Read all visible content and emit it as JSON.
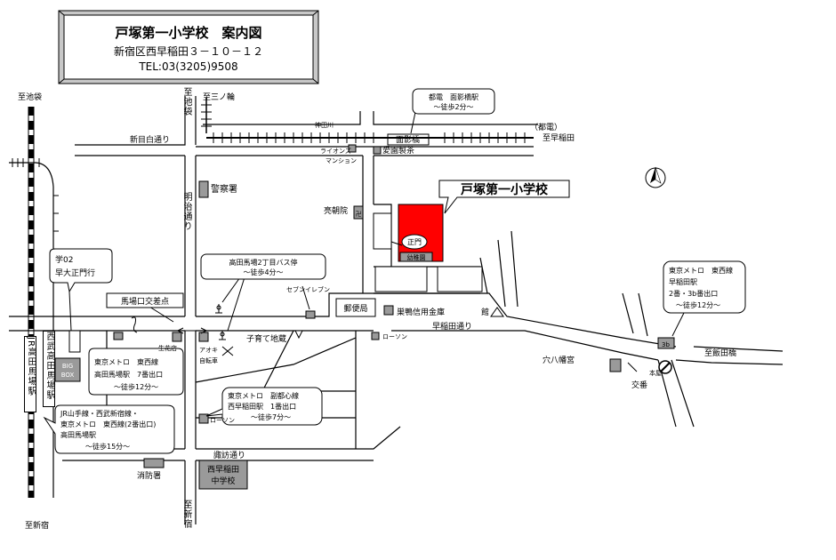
{
  "title": {
    "name": "戸塚第一小学校　案内図",
    "address": "新宿区西早稲田３－１０－１２",
    "tel": "TEL:03(3205)9508"
  },
  "school_label": "戸塚第一小学校",
  "gate_label": "正門",
  "kindergarten_label": "幼稚園",
  "directions": {
    "ikebukuro": "至池袋",
    "ikebukuro_v": "至池袋",
    "minowa": "至三ノ輪",
    "waseda_e": "至早稲田",
    "iidabashi": "至飯田橋",
    "shinjuku_left": "至新宿",
    "shinjuku_center": "至新宿"
  },
  "roads": {
    "shinmejiro": "新目白通り",
    "meiji": "明治通り",
    "waseda": "早稲田通り",
    "suwa": "諏訪通り",
    "kandagawa": "神田川",
    "toden": "（都電）"
  },
  "places": {
    "omokagebashi": "面影橋",
    "police": "警察署",
    "lions_mansion": "ライオンズ\nマンション",
    "aikaseicha": "愛園製茶",
    "ryomeiin": "亮朝院",
    "seven_eleven": "セブンイレブン",
    "post_office": "郵便局",
    "sugamo_shinkin": "巣鴨信用金庫",
    "lawson_w": "ローソン",
    "lawson_s": "ローソン",
    "kosodate": "子育て地蔵",
    "anahachiman": "穴八幡宮",
    "koban": "交番",
    "hon_ya": "本屋",
    "fire_station": "消防署",
    "nishiwaseda_jhs_1": "西早稲田",
    "nishiwaseda_jhs_2": "中学校",
    "bigbox_1": "BIG",
    "bigbox_2": "BOX",
    "baba_crossing": "馬場口交差点",
    "seika": "生花店",
    "aoki": "アオキ",
    "jiten": "自転車",
    "jr_station_v": "JR高田馬場駅",
    "seibu_station_v": "西武高田馬場駅",
    "ban": "館",
    "exit_3b": "3b"
  },
  "callouts": {
    "gakuei": [
      "学02",
      "早大正門行"
    ],
    "bus_stop": [
      "高田馬場2丁目バス停",
      "～徒歩4分～"
    ],
    "omokage_station": [
      "都電　面影橋駅",
      "～徒歩2分～"
    ],
    "metro_tozai_waseda": [
      "東京メトロ　東西線",
      "早稲田駅",
      "2番・3b番出口",
      "～徒歩12分～"
    ],
    "metro_tozai_baba": [
      "東京メトロ　東西線",
      "高田馬場駅　7番出口",
      "～徒歩12分～"
    ],
    "fukutoshin": [
      "東京メトロ　副都心線",
      "西早稲田駅　1番出口",
      "～徒歩7分～"
    ],
    "jr": [
      "JR山手線・西武新宿線・",
      "東京メトロ　東西線(2番出口)",
      "高田馬場駅",
      "～徒歩15分～"
    ]
  },
  "colors": {
    "school": "#ff0000",
    "building": "#9a9a9a"
  }
}
